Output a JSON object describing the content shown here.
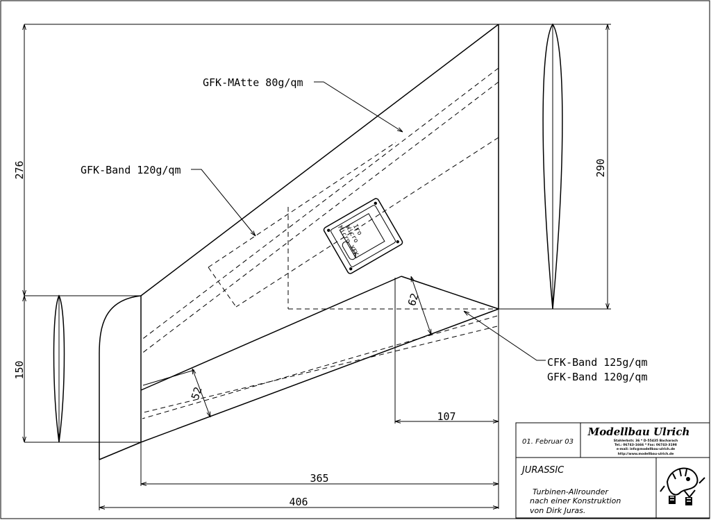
{
  "dimensions": {
    "root_height": "276",
    "root_airfoil_height": "290",
    "tip_height": "150",
    "span_inner": "365",
    "span_outer": "406",
    "offset": "107",
    "width_upper": "62",
    "width_lower": "52"
  },
  "callouts": {
    "gfk_matte": "GFK-MAtte 80g/qm",
    "gfk_band_upper": "GFK-Band 120g/qm",
    "cfk_band": "CFK-Band 125g/qm",
    "gfk_band_lower": "GFK-Band 120g/qm"
  },
  "servo_cover": {
    "line1": "Iro",
    "line2": "Wicro",
    "line3": "Micro XFK"
  },
  "title_block": {
    "date": "01. Februar 03",
    "company": "Modellbau Ulrich",
    "address": "Stahlerbstr. 36 * D-55435 Bacharach",
    "phone": "Tel.: 06743-1666 * Fax: 06743-3198",
    "email": "e-mail: info@modellbau-ulrich.de",
    "web": "http://www.modellbau-ulrich.de",
    "model": "JURASSIC",
    "desc1": "Turbinen-Allrounder",
    "desc2": "nach einer Konstruktion",
    "desc3": "von Dirk Juras."
  }
}
